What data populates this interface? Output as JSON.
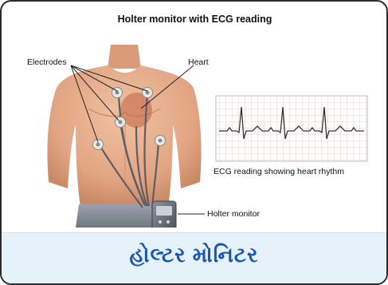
{
  "diagram": {
    "title": "Holter monitor with ECG reading",
    "labels": {
      "electrodes": "Electrodes",
      "heart": "Heart",
      "ecg_caption": "ECG reading showing heart rhythm",
      "device": "Holter monitor"
    }
  },
  "footer": {
    "caption": "હોલ્ટર મોનિટર"
  },
  "colors": {
    "skin": "#e7b08e",
    "skin_shade": "#c98964",
    "wire": "#5e5e66",
    "ecg_line": "#333333",
    "ecg_grid": "#e3a3a3",
    "footer_text": "#1a56b5",
    "footer_bg": "#e6f2fa"
  }
}
